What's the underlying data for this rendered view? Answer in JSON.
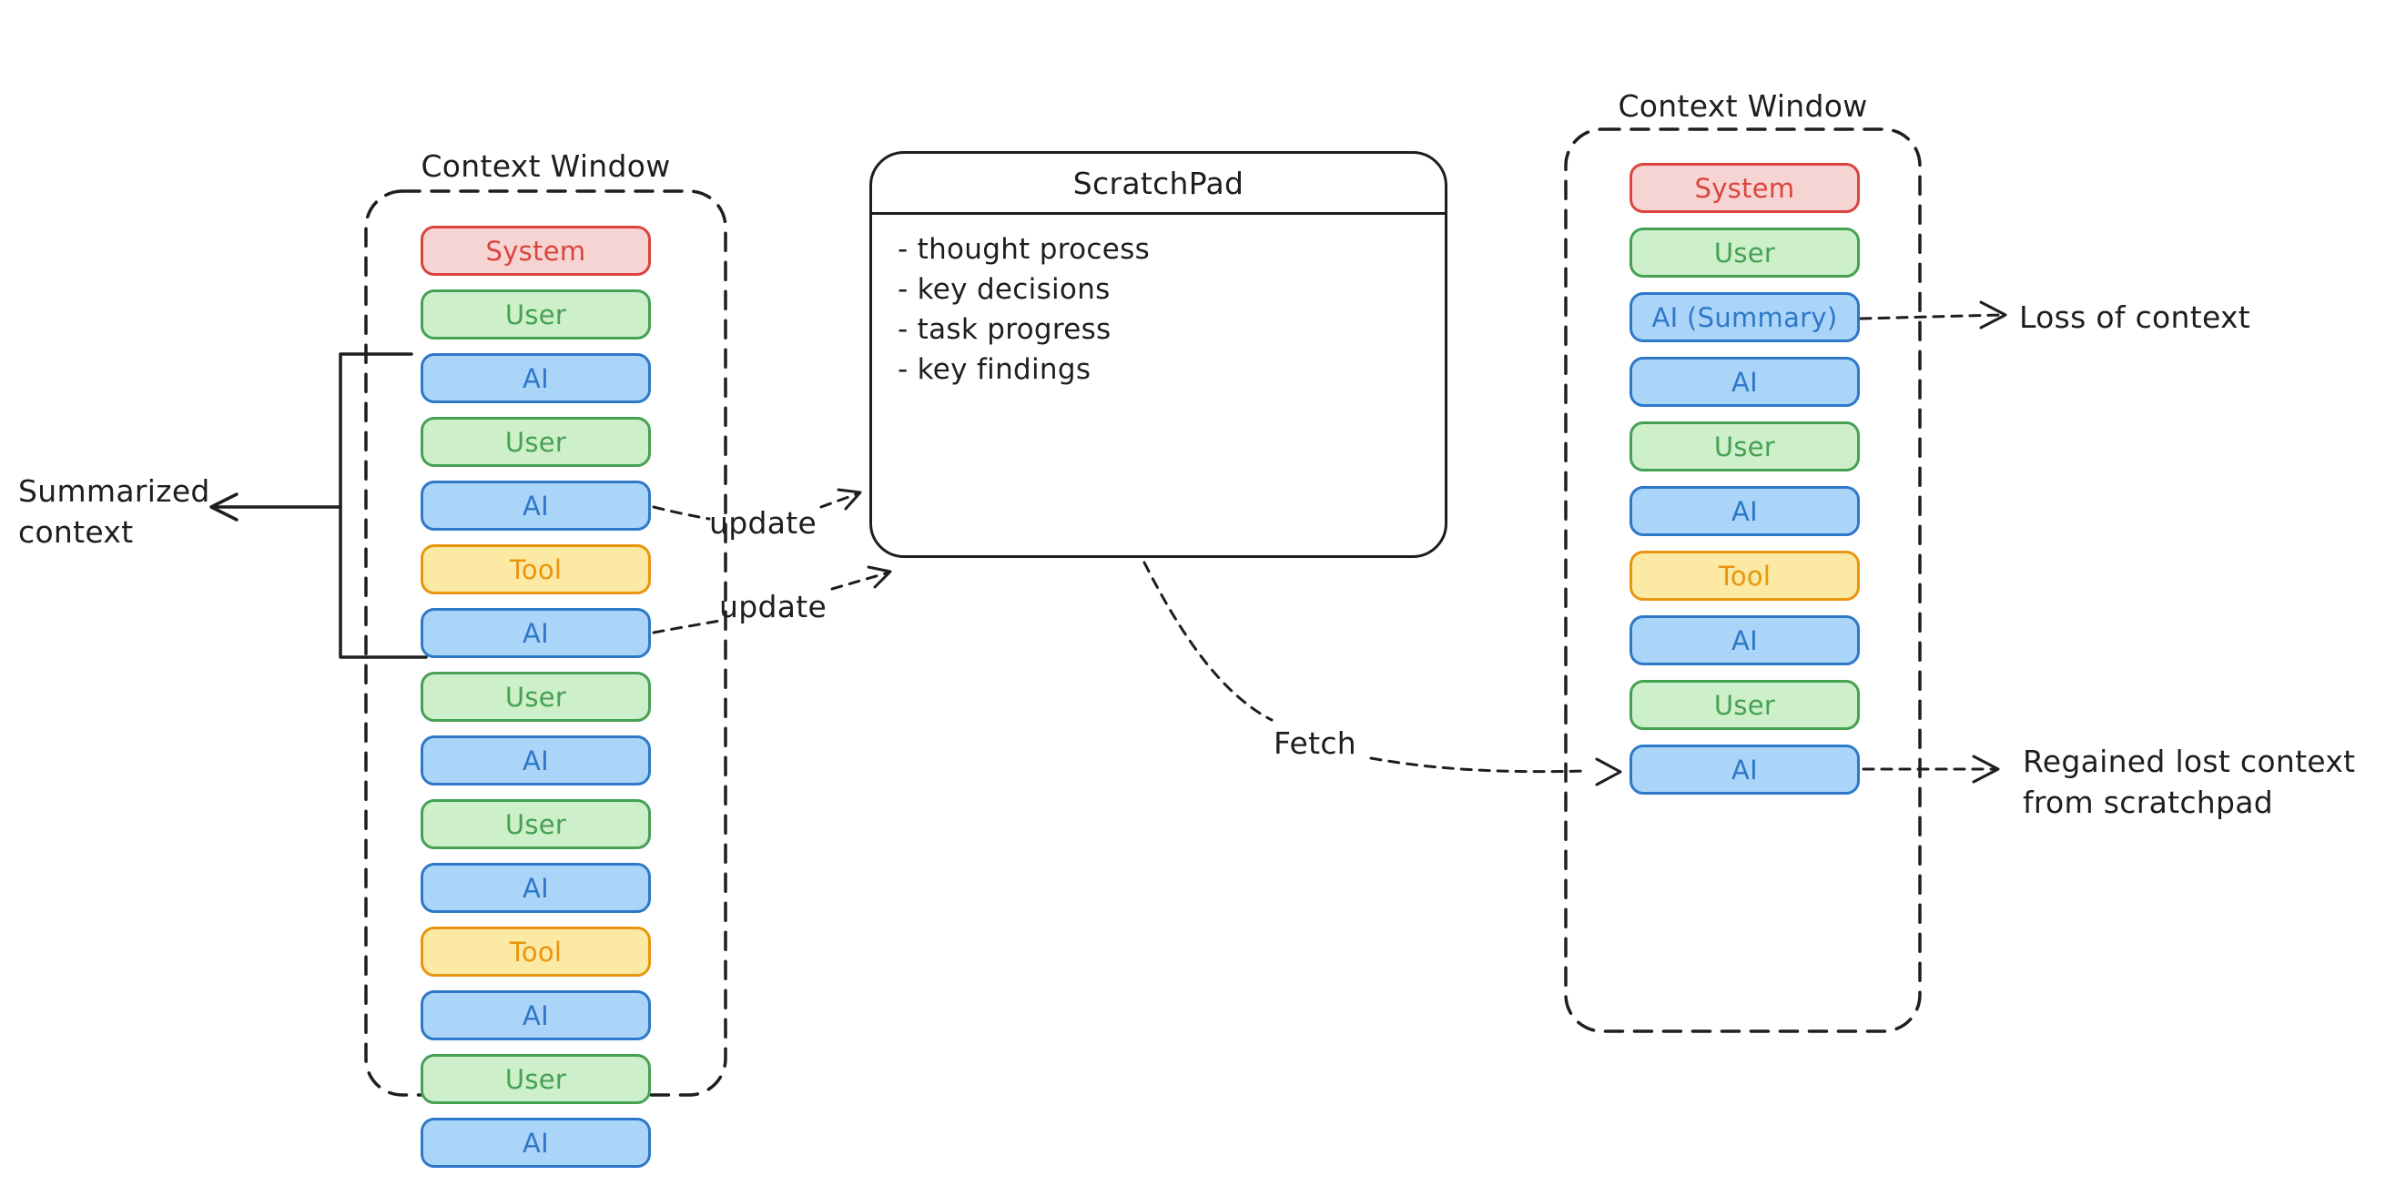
{
  "left_window": {
    "title": "Context Window",
    "boxes": [
      {
        "label": "System",
        "type": "system"
      },
      {
        "label": "User",
        "type": "user"
      },
      {
        "label": "AI",
        "type": "ai"
      },
      {
        "label": "User",
        "type": "user"
      },
      {
        "label": "AI",
        "type": "ai"
      },
      {
        "label": "Tool",
        "type": "tool"
      },
      {
        "label": "AI",
        "type": "ai"
      },
      {
        "label": "User",
        "type": "user"
      },
      {
        "label": "AI",
        "type": "ai"
      },
      {
        "label": "User",
        "type": "user"
      },
      {
        "label": "AI",
        "type": "ai"
      },
      {
        "label": "Tool",
        "type": "tool"
      },
      {
        "label": "AI",
        "type": "ai"
      },
      {
        "label": "User",
        "type": "user"
      },
      {
        "label": "AI",
        "type": "ai"
      }
    ]
  },
  "scratchpad": {
    "title": "ScratchPad",
    "items": [
      "- thought process",
      "- key decisions",
      "- task progress",
      "- key findings"
    ]
  },
  "right_window": {
    "title": "Context Window",
    "boxes": [
      {
        "label": "System",
        "type": "system"
      },
      {
        "label": "User",
        "type": "user"
      },
      {
        "label": "AI (Summary)",
        "type": "ai"
      },
      {
        "label": "AI",
        "type": "ai"
      },
      {
        "label": "User",
        "type": "user"
      },
      {
        "label": "AI",
        "type": "ai"
      },
      {
        "label": "Tool",
        "type": "tool"
      },
      {
        "label": "AI",
        "type": "ai"
      },
      {
        "label": "User",
        "type": "user"
      },
      {
        "label": "AI",
        "type": "ai"
      }
    ]
  },
  "annotations": {
    "summarized": {
      "line1": "Summarized",
      "line2": "context"
    },
    "update_top": "update",
    "update_bottom": "update",
    "fetch": "Fetch",
    "loss": "Loss of context",
    "regained": {
      "line1": "Regained lost context",
      "line2": "from scratchpad"
    }
  },
  "colors": {
    "ink": "#1e1e1e",
    "system_stroke": "#d9453d",
    "system_fill": "#f7d4d4",
    "user_stroke": "#46a153",
    "user_fill": "#cdefca",
    "ai_stroke": "#2e78c9",
    "ai_fill": "#abd5f8",
    "tool_stroke": "#ea950f",
    "tool_fill": "#fbe9a4"
  }
}
